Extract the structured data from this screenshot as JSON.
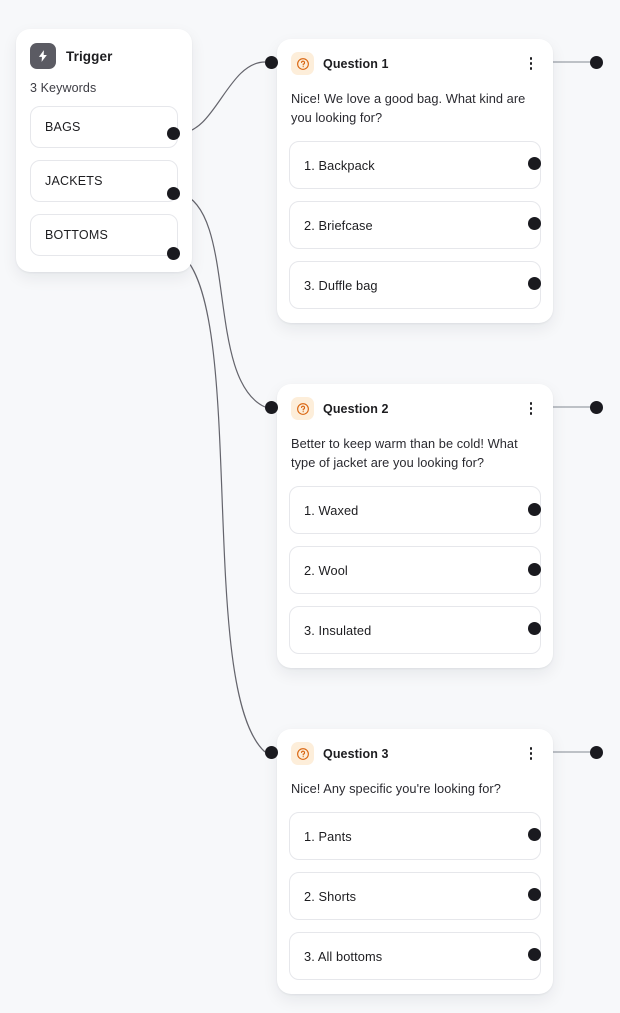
{
  "canvas": {
    "background": "#f7f8fa",
    "accent_orange": "#d9640f",
    "accent_orange_bg": "#fdeeda",
    "port_color": "#1a1a1f",
    "edge_color": "#4a4a52"
  },
  "trigger": {
    "icon": "lightning-bolt-icon",
    "title": "Trigger",
    "subtitle": "3 Keywords",
    "keywords": [
      {
        "label": "BAGS",
        "port": "output-port"
      },
      {
        "label": "JACKETS",
        "port": "output-port"
      },
      {
        "label": "BOTTOMS",
        "port": "output-port"
      }
    ]
  },
  "questions": [
    {
      "icon": "question-circle-icon",
      "title": "Question 1",
      "menu_icon": "more-vertical-icon",
      "prompt": "Nice! We love a good bag. What kind are you looking for?",
      "answers": [
        {
          "label": "1. Backpack"
        },
        {
          "label": "2. Briefcase"
        },
        {
          "label": "3. Duffle bag"
        }
      ]
    },
    {
      "icon": "question-circle-icon",
      "title": "Question 2",
      "menu_icon": "more-vertical-icon",
      "prompt": "Better to keep warm than be cold! What type of jacket are you looking for?",
      "answers": [
        {
          "label": "1. Waxed"
        },
        {
          "label": "2. Wool"
        },
        {
          "label": "3. Insulated"
        }
      ]
    },
    {
      "icon": "question-circle-icon",
      "title": "Question 3",
      "menu_icon": "more-vertical-icon",
      "prompt": "Nice! Any specific you're looking for?",
      "answers": [
        {
          "label": "1. Pants"
        },
        {
          "label": "2. Shorts"
        },
        {
          "label": "3. All bottoms"
        }
      ]
    }
  ]
}
